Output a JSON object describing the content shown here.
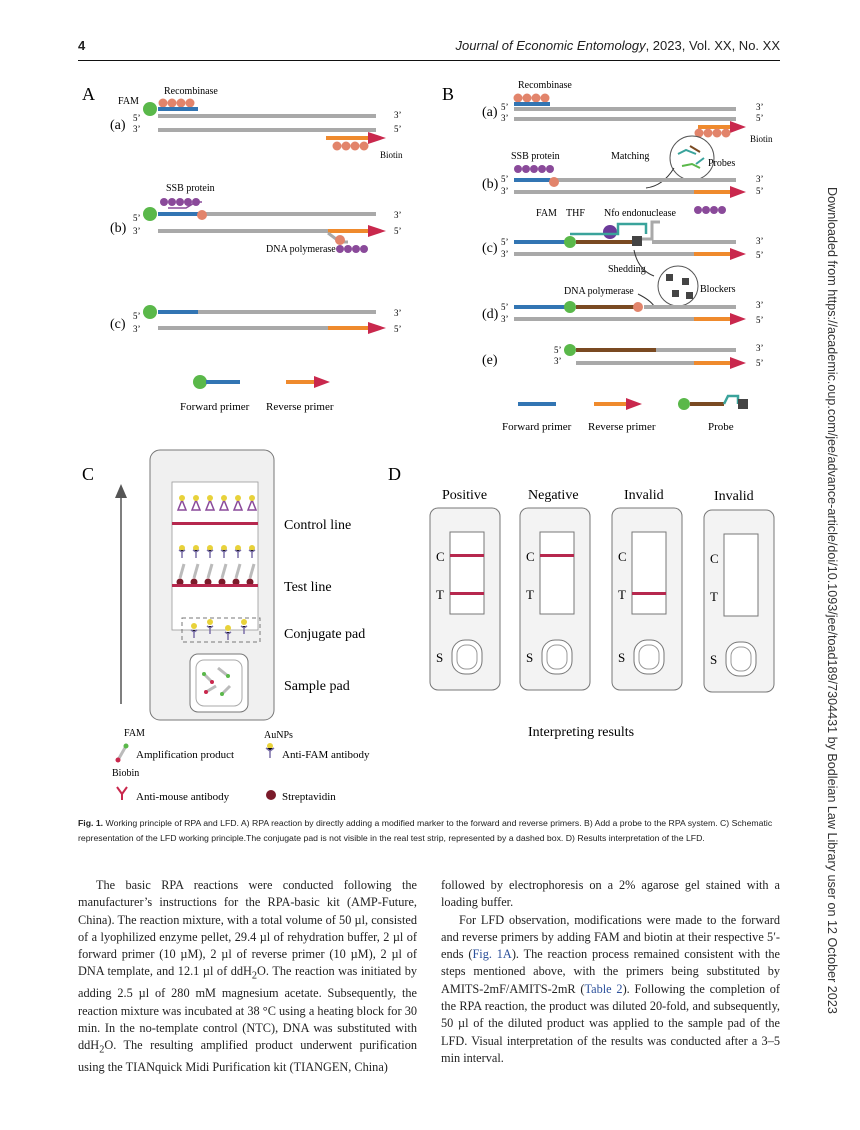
{
  "header": {
    "page_number": "4",
    "journal_name": "Journal of Economic Entomology",
    "journal_rest": ", 2023, Vol. XX, No. XX"
  },
  "sidebar_text": "Downloaded from https://academic.oup.com/jee/advance-article/doi/10.1093/jee/toad189/7304431 by Bodleian Law Library user on 12 October 2023",
  "figure": {
    "panel_labels": [
      "A",
      "B",
      "C",
      "D"
    ],
    "panelA": {
      "rows": [
        "(a)",
        "(b)",
        "(c)"
      ],
      "recombinase": "Recombinase",
      "fam": "FAM",
      "biotin": "Biotin",
      "ssb": "SSB protein",
      "polymerase": "DNA polymerase",
      "end5": "5’",
      "end3": "3’",
      "legend_forward": "Forward primer",
      "legend_reverse": "Reverse primer"
    },
    "panelB": {
      "rows": [
        "(a)",
        "(b)",
        "(c)",
        "(d)",
        "(e)"
      ],
      "recombinase": "Recombinase",
      "biotin": "Biotin",
      "ssb": "SSB protein",
      "matching": "Matching",
      "probes": "Probes",
      "fam": "FAM",
      "thf": "THF",
      "nfo": "Nfo endonuclease",
      "shedding": "Shedding",
      "blockers": "Blockers",
      "polymerase": "DNA polymerase",
      "legend_forward": "Forward primer",
      "legend_reverse": "Reverse primer",
      "legend_probe": "Probe"
    },
    "panelC": {
      "control_line": "Control line",
      "test_line": "Test line",
      "conjugate_pad": "Conjugate pad",
      "sample_pad": "Sample pad",
      "fam": "FAM",
      "amplification_product": "Amplification product",
      "biotin": "Biobin",
      "aunps": "AuNPs",
      "anti_fam": "Anti-FAM antibody",
      "anti_mouse": "Anti-mouse antibody",
      "streptavidin": "Streptavidin"
    },
    "panelD": {
      "results": [
        "Positive",
        "Negative",
        "Invalid",
        "Invalid"
      ],
      "c": "C",
      "t": "T",
      "s": "S",
      "footer": "Interpreting results"
    }
  },
  "caption": {
    "label": "Fig. 1.",
    "text": " Working principle of RPA and LFD. A) RPA reaction by directly adding a modified marker to the forward and reverse primers. B) Add a probe to the RPA system. C) Schematic representation of the LFD working principle.The conjugate pad is not visible in the real test strip, represented by a dashed box. D) Results interpretation of the LFD."
  },
  "body_left": {
    "p1_a": "The basic RPA reactions were conducted following the manufacturer’s instructions for the RPA-basic kit (AMP-Future, China). The reaction mixture, with a total volume of 50 µl, consisted of a lyophilized enzyme pellet, 29.4 µl of rehydration buffer, 2 µl of forward primer (10 µM), 2 µl of reverse primer (10 µM), 2 µl of DNA template, and 12.1 µl of ddH",
    "p1_b": "O. The reaction was initiated by adding 2.5 µl of 280 mM magnesium acetate. Subsequently, the reaction mixture was incubated at 38 °C using a heating block for 30 min. In the no-template control (NTC), DNA was substituted with ddH",
    "p1_c": "O. The resulting amplified product underwent purification using the TIANquick Midi Purification kit (TIANGEN, China)",
    "sub2": "2"
  },
  "body_right": {
    "p1": "followed by electrophoresis on a 2% agarose gel stained with a loading buffer.",
    "p2_a": "For LFD observation, modifications were made to the forward and reverse primers by adding FAM and biotin at their respective 5′-ends (",
    "p2_link1": "Fig. 1A",
    "p2_b": "). The reaction process remained consistent with the steps mentioned above, with the primers being substituted by AMITS-2mF/AMITS-2mR (",
    "p2_link2": "Table 2",
    "p2_c": "). Following the completion of the RPA reaction, the product was diluted 20-fold, and subsequently, 50 µl of the diluted product was applied to the sample pad of the LFD. Visual interpretation of the results was conducted after a 3–5 min interval."
  },
  "colors": {
    "forward": "#3275b3",
    "reverse": "#ef8a2d",
    "arrow": "#c9284d",
    "strand": "#a9a9a9",
    "green": "#5ab84a",
    "line": "#b6284e",
    "brown": "#7a4a22",
    "teal": "#3aa39b",
    "purple": "#8a4a9a"
  }
}
